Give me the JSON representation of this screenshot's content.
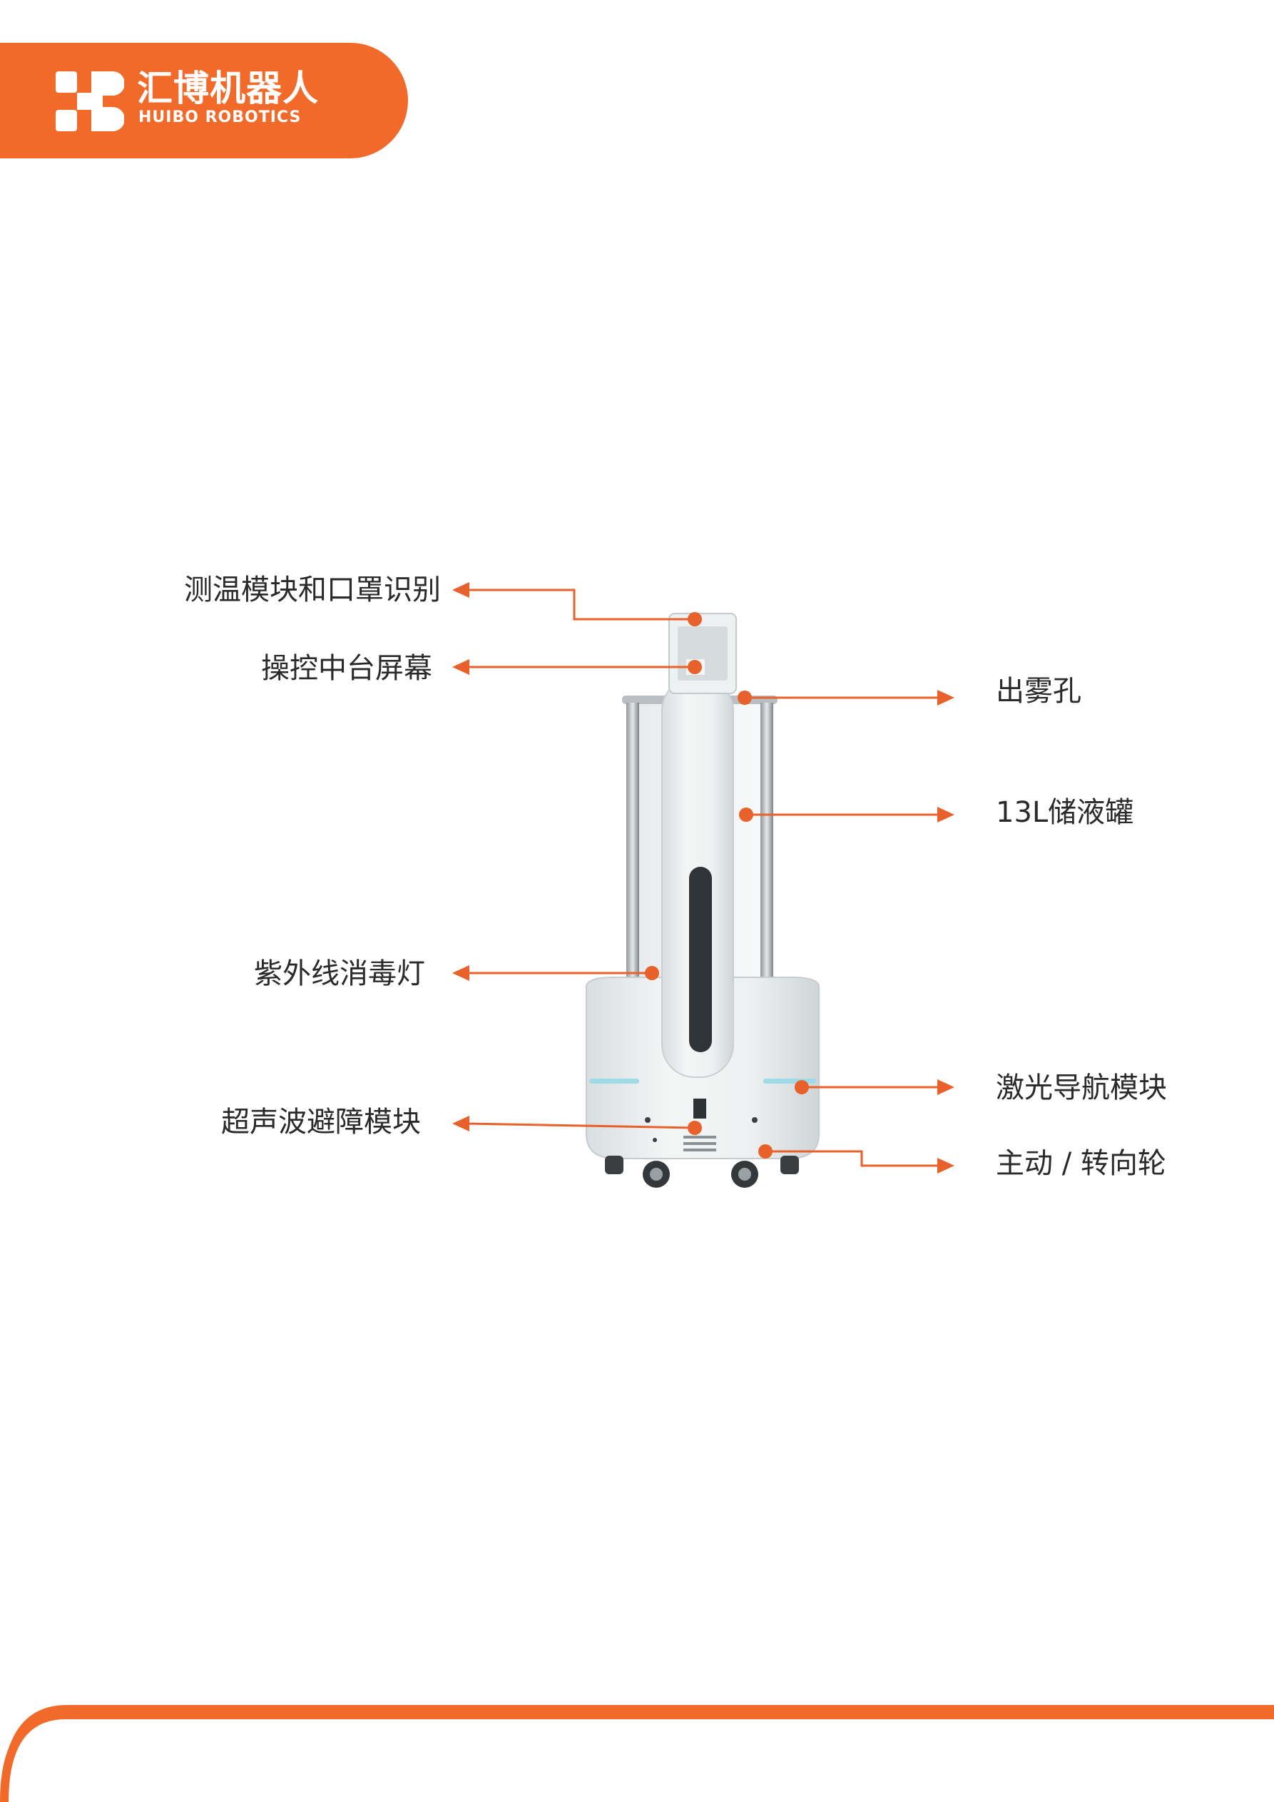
{
  "brand": {
    "name_cn": "汇博机器人",
    "name_en": "HUIBO ROBOTICS",
    "accent_color": "#f26a2a"
  },
  "callouts": {
    "temp_mask": "测温模块和口罩识别",
    "screen": "操控中台屏幕",
    "mist_outlet": "出雾孔",
    "tank": "13L储液罐",
    "uv_lamp": "紫外线消毒灯",
    "lidar": "激光导航模块",
    "ultrasonic": "超声波避障模块",
    "wheels": "主动 / 转向轮"
  },
  "icons": {
    "logo": "huibo-logo-icon",
    "robot": "disinfection-robot-illustration"
  }
}
